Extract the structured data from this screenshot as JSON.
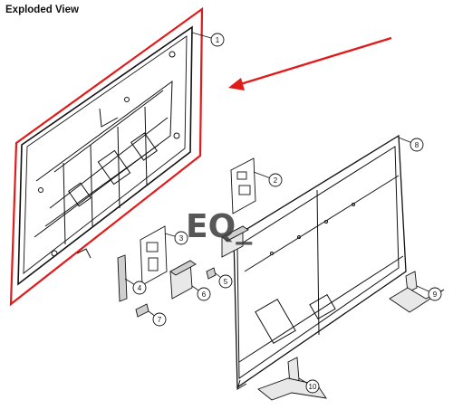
{
  "title": "Exploded View",
  "watermark": "EQ_",
  "highlight_color": "#e11a1a",
  "callouts": [
    "1",
    "2",
    "3",
    "4",
    "5",
    "6",
    "7",
    "8",
    "9",
    "10"
  ]
}
